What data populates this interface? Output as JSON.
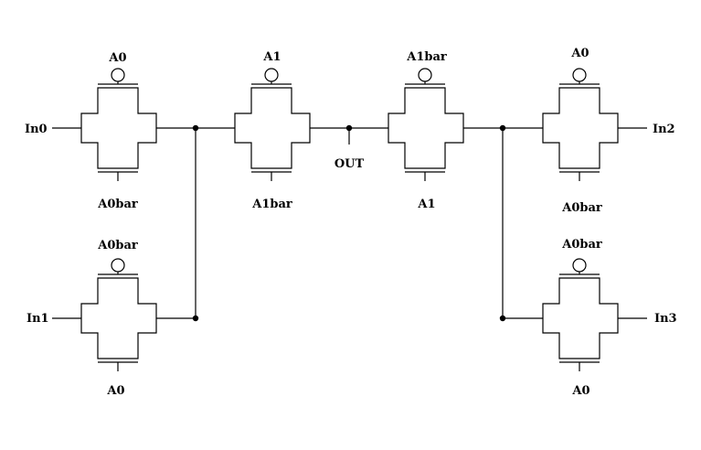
{
  "diagram": {
    "inputs": {
      "in0": "In0",
      "in1": "In1",
      "in2": "In2",
      "in3": "In3"
    },
    "output": "OUT",
    "gates": [
      {
        "id": "g1",
        "top": "A0",
        "bottom": "A0bar"
      },
      {
        "id": "g2",
        "top": "A0bar",
        "bottom": "A0"
      },
      {
        "id": "g3",
        "top": "A1",
        "bottom": "A1bar"
      },
      {
        "id": "g4",
        "top": "A1bar",
        "bottom": "A1"
      },
      {
        "id": "g5",
        "top": "A0",
        "bottom": "A0bar"
      },
      {
        "id": "g6",
        "top": "A0bar",
        "bottom": "A0"
      }
    ]
  }
}
